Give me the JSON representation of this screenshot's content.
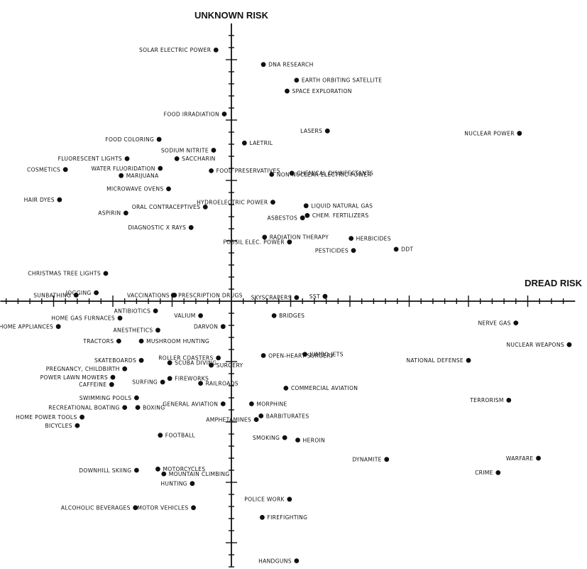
{
  "chart_data": {
    "type": "scatter",
    "x_axis_label": "DREAD RISK",
    "y_axis_label": "UNKNOWN RISK",
    "xlim": [
      -1.95,
      2.9
    ],
    "ylim": [
      -2.2,
      2.3
    ],
    "grid": false,
    "legend": "none",
    "points": [
      {
        "label": "SOLAR ELECTRIC POWER",
        "x": -0.13,
        "y": 2.08,
        "side": "left"
      },
      {
        "label": "DNA RESEARCH",
        "x": 0.27,
        "y": 1.96,
        "side": "right"
      },
      {
        "label": "EARTH ORBITING SATELLITE",
        "x": 0.55,
        "y": 1.83,
        "side": "right"
      },
      {
        "label": "SPACE EXPLORATION",
        "x": 0.47,
        "y": 1.74,
        "side": "right"
      },
      {
        "label": "FOOD IRRADIATION",
        "x": -0.06,
        "y": 1.55,
        "side": "left"
      },
      {
        "label": "LASERS",
        "x": 0.81,
        "y": 1.41,
        "side": "left"
      },
      {
        "label": "NUCLEAR POWER",
        "x": 2.43,
        "y": 1.39,
        "side": "left"
      },
      {
        "label": "FOOD COLORING",
        "x": -0.61,
        "y": 1.34,
        "side": "left"
      },
      {
        "label": "LAETRIL",
        "x": 0.11,
        "y": 1.31,
        "side": "right"
      },
      {
        "label": "SODIUM NITRITE",
        "x": -0.15,
        "y": 1.25,
        "side": "left"
      },
      {
        "label": "FLUORESCENT LIGHTS",
        "x": -0.88,
        "y": 1.18,
        "side": "left"
      },
      {
        "label": "SACCHARIN",
        "x": -0.46,
        "y": 1.18,
        "side": "right"
      },
      {
        "label": "FOOD PRESERVATIVES",
        "x": -0.17,
        "y": 1.08,
        "side": "right"
      },
      {
        "label": "WATER FLUORIDATION",
        "x": -0.6,
        "y": 1.1,
        "side": "left"
      },
      {
        "label": "COSMETICS",
        "x": -1.4,
        "y": 1.09,
        "side": "left"
      },
      {
        "label": "CHEMICAL DISINFECTANTS",
        "x": 0.51,
        "y": 1.06,
        "side": "right"
      },
      {
        "label": "MARIJUANA",
        "x": -0.93,
        "y": 1.04,
        "side": "right"
      },
      {
        "label": "NON-NUCLEAR ELECTRIC POWER",
        "x": 0.34,
        "y": 1.05,
        "side": "right"
      },
      {
        "label": "MICROWAVE OVENS",
        "x": -0.53,
        "y": 0.93,
        "side": "left"
      },
      {
        "label": "HAIR DYES",
        "x": -1.45,
        "y": 0.84,
        "side": "left"
      },
      {
        "label": "HYDROELECTRIC POWER",
        "x": 0.35,
        "y": 0.82,
        "side": "left"
      },
      {
        "label": "LIQUID NATURAL GAS",
        "x": 0.63,
        "y": 0.79,
        "side": "right"
      },
      {
        "label": "ORAL CONTRACEPTIVES",
        "x": -0.22,
        "y": 0.78,
        "side": "left"
      },
      {
        "label": "ASPIRIN",
        "x": -0.89,
        "y": 0.73,
        "side": "left"
      },
      {
        "label": "CHEM. FERTILIZERS",
        "x": 0.64,
        "y": 0.71,
        "side": "right"
      },
      {
        "label": "ASBESTOS",
        "x": 0.6,
        "y": 0.69,
        "side": "left"
      },
      {
        "label": "DIAGNOSTIC X RAYS",
        "x": -0.34,
        "y": 0.61,
        "side": "left"
      },
      {
        "label": "RADIATION THERAPY",
        "x": 0.28,
        "y": 0.53,
        "side": "right"
      },
      {
        "label": "HERBICIDES",
        "x": 1.01,
        "y": 0.52,
        "side": "right"
      },
      {
        "label": "FOSSIL ELEC. POWER",
        "x": 0.49,
        "y": 0.49,
        "side": "left"
      },
      {
        "label": "PESTICIDES",
        "x": 1.03,
        "y": 0.42,
        "side": "left"
      },
      {
        "label": "DDT",
        "x": 1.39,
        "y": 0.43,
        "side": "right"
      },
      {
        "label": "CHRISTMAS TREE LIGHTS",
        "x": -1.06,
        "y": 0.23,
        "side": "left"
      },
      {
        "label": "JOGGING",
        "x": -1.14,
        "y": 0.07,
        "side": "left"
      },
      {
        "label": "SUNBATHING",
        "x": -1.31,
        "y": 0.05,
        "side": "left"
      },
      {
        "label": "VACCINATIONS",
        "x": -0.48,
        "y": 0.05,
        "side": "left"
      },
      {
        "label": "PRESCRIPTION DRUGS",
        "x": -0.49,
        "y": 0.05,
        "side": "right"
      },
      {
        "label": "SKYSCRAPERS",
        "x": 0.55,
        "y": 0.03,
        "side": "left"
      },
      {
        "label": "SST",
        "x": 0.79,
        "y": 0.04,
        "side": "left"
      },
      {
        "label": "ANTIBIOTICS",
        "x": -0.64,
        "y": -0.08,
        "side": "left"
      },
      {
        "label": "VALIUM",
        "x": -0.26,
        "y": -0.12,
        "side": "left"
      },
      {
        "label": "BRIDGES",
        "x": 0.36,
        "y": -0.12,
        "side": "right"
      },
      {
        "label": "HOME GAS FURNACES",
        "x": -0.94,
        "y": -0.14,
        "side": "left"
      },
      {
        "label": "NERVE GAS",
        "x": 2.4,
        "y": -0.18,
        "side": "left"
      },
      {
        "label": "HOME APPLIANCES",
        "x": -1.46,
        "y": -0.21,
        "side": "left"
      },
      {
        "label": "DARVON",
        "x": -0.07,
        "y": -0.21,
        "side": "left"
      },
      {
        "label": "ANESTHETICS",
        "x": -0.62,
        "y": -0.24,
        "side": "left"
      },
      {
        "label": "MUSHROOM HUNTING",
        "x": -0.76,
        "y": -0.33,
        "side": "right"
      },
      {
        "label": "TRACTORS",
        "x": -0.95,
        "y": -0.33,
        "side": "left"
      },
      {
        "label": "NUCLEAR WEAPONS",
        "x": 2.85,
        "y": -0.36,
        "side": "left"
      },
      {
        "label": "JUMBO JETS",
        "x": 0.62,
        "y": -0.44,
        "side": "right"
      },
      {
        "label": "SKATEBOARDS",
        "x": -0.76,
        "y": -0.49,
        "side": "left"
      },
      {
        "label": "ROLLER COASTERS",
        "x": -0.11,
        "y": -0.47,
        "side": "left"
      },
      {
        "label": "OPEN-HEART SURGERY",
        "x": 0.27,
        "y": -0.45,
        "side": "right"
      },
      {
        "label": "NATIONAL DEFENSE",
        "x": 2.0,
        "y": -0.49,
        "side": "left"
      },
      {
        "label": "PREGNANCY, CHILDBIRTH",
        "x": -0.9,
        "y": -0.56,
        "side": "left"
      },
      {
        "label": "SCUBA DIVING",
        "x": -0.52,
        "y": -0.51,
        "side": "right"
      },
      {
        "label": "SURGERY",
        "x": -0.17,
        "y": -0.53,
        "side": "right"
      },
      {
        "label": "POWER LAWN MOWERS",
        "x": -1.0,
        "y": -0.63,
        "side": "left"
      },
      {
        "label": "FIREWORKS",
        "x": -0.52,
        "y": -0.64,
        "side": "right"
      },
      {
        "label": "CAFFEINE",
        "x": -1.01,
        "y": -0.69,
        "side": "left"
      },
      {
        "label": "SURFING",
        "x": -0.58,
        "y": -0.67,
        "side": "left"
      },
      {
        "label": "RAILROADS",
        "x": -0.26,
        "y": -0.68,
        "side": "right"
      },
      {
        "label": "COMMERCIAL AVIATION",
        "x": 0.46,
        "y": -0.72,
        "side": "right"
      },
      {
        "label": "SWIMMING POOLS",
        "x": -0.8,
        "y": -0.8,
        "side": "left"
      },
      {
        "label": "TERRORISM",
        "x": 2.34,
        "y": -0.82,
        "side": "left"
      },
      {
        "label": "GENERAL AVIATION",
        "x": -0.07,
        "y": -0.85,
        "side": "left"
      },
      {
        "label": "MORPHINE",
        "x": 0.17,
        "y": -0.85,
        "side": "right"
      },
      {
        "label": "RECREATIONAL BOATING",
        "x": -0.9,
        "y": -0.88,
        "side": "left"
      },
      {
        "label": "BOXING",
        "x": -0.79,
        "y": -0.88,
        "side": "right"
      },
      {
        "label": "BARBITURATES",
        "x": 0.25,
        "y": -0.95,
        "side": "right"
      },
      {
        "label": "AMPHETAMINES",
        "x": 0.21,
        "y": -0.98,
        "side": "left"
      },
      {
        "label": "HOME POWER TOOLS",
        "x": -1.26,
        "y": -0.96,
        "side": "left"
      },
      {
        "label": "BICYCLES",
        "x": -1.3,
        "y": -1.03,
        "side": "left"
      },
      {
        "label": "FOOTBALL",
        "x": -0.6,
        "y": -1.11,
        "side": "right"
      },
      {
        "label": "SMOKING",
        "x": 0.45,
        "y": -1.13,
        "side": "left"
      },
      {
        "label": "HEROIN",
        "x": 0.56,
        "y": -1.15,
        "side": "right"
      },
      {
        "label": "DYNAMITE",
        "x": 1.31,
        "y": -1.31,
        "side": "left"
      },
      {
        "label": "WARFARE",
        "x": 2.59,
        "y": -1.3,
        "side": "left"
      },
      {
        "label": "MOTORCYCLES",
        "x": -0.62,
        "y": -1.39,
        "side": "right"
      },
      {
        "label": "DOWNHILL SKIING",
        "x": -0.8,
        "y": -1.4,
        "side": "left"
      },
      {
        "label": "MOUNTAIN CLIMBING",
        "x": -0.57,
        "y": -1.43,
        "side": "right"
      },
      {
        "label": "CRIME",
        "x": 2.25,
        "y": -1.42,
        "side": "left"
      },
      {
        "label": "HUNTING",
        "x": -0.33,
        "y": -1.51,
        "side": "left"
      },
      {
        "label": "POLICE WORK",
        "x": 0.49,
        "y": -1.64,
        "side": "left"
      },
      {
        "label": "MOTOR VEHICLES",
        "x": -0.32,
        "y": -1.71,
        "side": "left"
      },
      {
        "label": "ALCOHOLIC BEVERAGES",
        "x": -0.81,
        "y": -1.71,
        "side": "left"
      },
      {
        "label": "FIREFIGHTING",
        "x": 0.26,
        "y": -1.79,
        "side": "right"
      },
      {
        "label": "HANDGUNS",
        "x": 0.55,
        "y": -2.15,
        "side": "left"
      }
    ]
  }
}
